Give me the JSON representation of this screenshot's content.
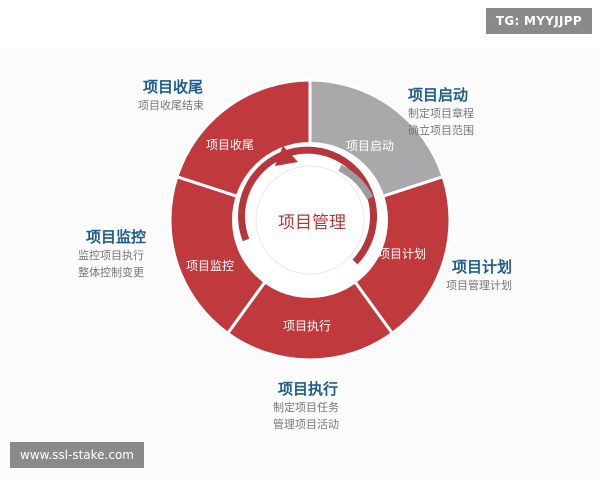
{
  "watermark_top": "TG: MYYJJPP",
  "watermark_bottom": "www.ssl-stake.com",
  "center": "项目管理",
  "colors": {
    "red": "#c0393d",
    "gray": "#a9a9ab",
    "blue_title": "#1f5d8f"
  },
  "phases": [
    {
      "id": "start",
      "segment_label": "项目启动",
      "title": "项目启动",
      "lines": [
        "制定项目章程",
        "确立项目范围"
      ]
    },
    {
      "id": "plan",
      "segment_label": "项目计划",
      "title": "项目计划",
      "lines": [
        "项目管理计划"
      ]
    },
    {
      "id": "execute",
      "segment_label": "项目执行",
      "title": "项目执行",
      "lines": [
        "制定项目任务",
        "管理项目活动"
      ]
    },
    {
      "id": "monitor",
      "segment_label": "项目监控",
      "title": "项目监控",
      "lines": [
        "监控项目执行",
        "整体控制变更"
      ]
    },
    {
      "id": "close",
      "segment_label": "项目收尾",
      "title": "项目收尾",
      "lines": [
        "项目收尾结束"
      ]
    }
  ]
}
